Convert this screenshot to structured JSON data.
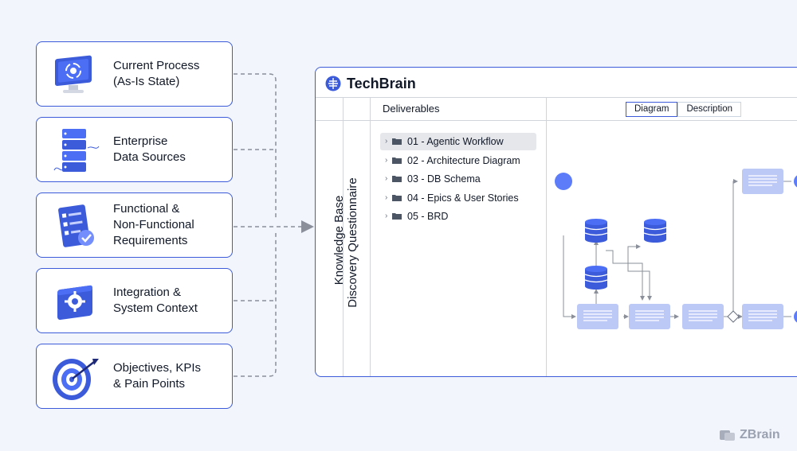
{
  "colors": {
    "accent": "#3b5bdb",
    "node": "#bcc9f7",
    "node_line": "#ffffff",
    "circle": "#5c7cfa",
    "connector": "#8a8f99"
  },
  "inputs": [
    {
      "icon": "monitor-gear-icon",
      "lines": [
        "Current Process",
        "(As-Is State)"
      ]
    },
    {
      "icon": "server-rack-icon",
      "lines": [
        "Enterprise",
        "Data Sources"
      ]
    },
    {
      "icon": "checklist-icon",
      "lines": [
        "Functional &",
        "Non-Functional",
        "Requirements"
      ]
    },
    {
      "icon": "settings-window-icon",
      "lines": [
        "Integration &",
        "System Context"
      ]
    },
    {
      "icon": "target-icon",
      "lines": [
        "Objectives, KPIs",
        "& Pain Points"
      ]
    }
  ],
  "panel": {
    "brand": "TechBrain",
    "sidebar_label": "Knowledge Base",
    "section_label": "Discovery Questionnaire",
    "deliverables_header": "Deliverables",
    "tabs": [
      {
        "label": "Diagram",
        "active": true
      },
      {
        "label": "Description",
        "active": false
      }
    ],
    "deliverables": [
      {
        "label": "01 - Agentic Workflow",
        "selected": true
      },
      {
        "label": "02 - Architecture Diagram",
        "selected": false
      },
      {
        "label": "03 - DB Schema",
        "selected": false
      },
      {
        "label": "04 - Epics & User Stories",
        "selected": false
      },
      {
        "label": "05 - BRD",
        "selected": false
      }
    ]
  },
  "watermark": "ZBrain"
}
